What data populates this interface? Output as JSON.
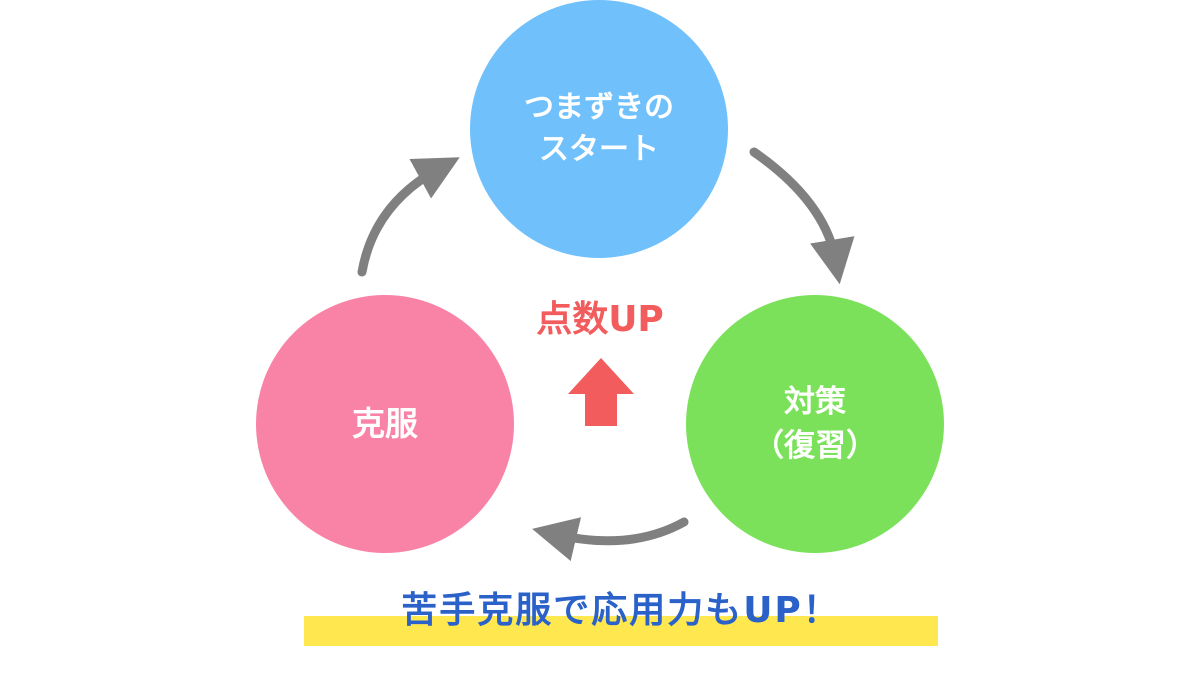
{
  "cycle": {
    "top": {
      "lines": [
        "つまずきの",
        "スタート"
      ],
      "color": "#70c0fc"
    },
    "right": {
      "lines": [
        "対策",
        "（復習）"
      ],
      "color": "#7be15b"
    },
    "left": {
      "lines": [
        "克服"
      ],
      "color": "#f983a7"
    },
    "arrow_color": "#808080"
  },
  "center": {
    "label": "点数UP",
    "label_color": "#f25c5c",
    "arrow_icon": "up-arrow-icon",
    "arrow_color": "#f25c5c"
  },
  "banner": {
    "text": "苦手克服で応用力もUP！",
    "text_color": "#2a62c9",
    "highlight_color": "#ffe84f"
  }
}
